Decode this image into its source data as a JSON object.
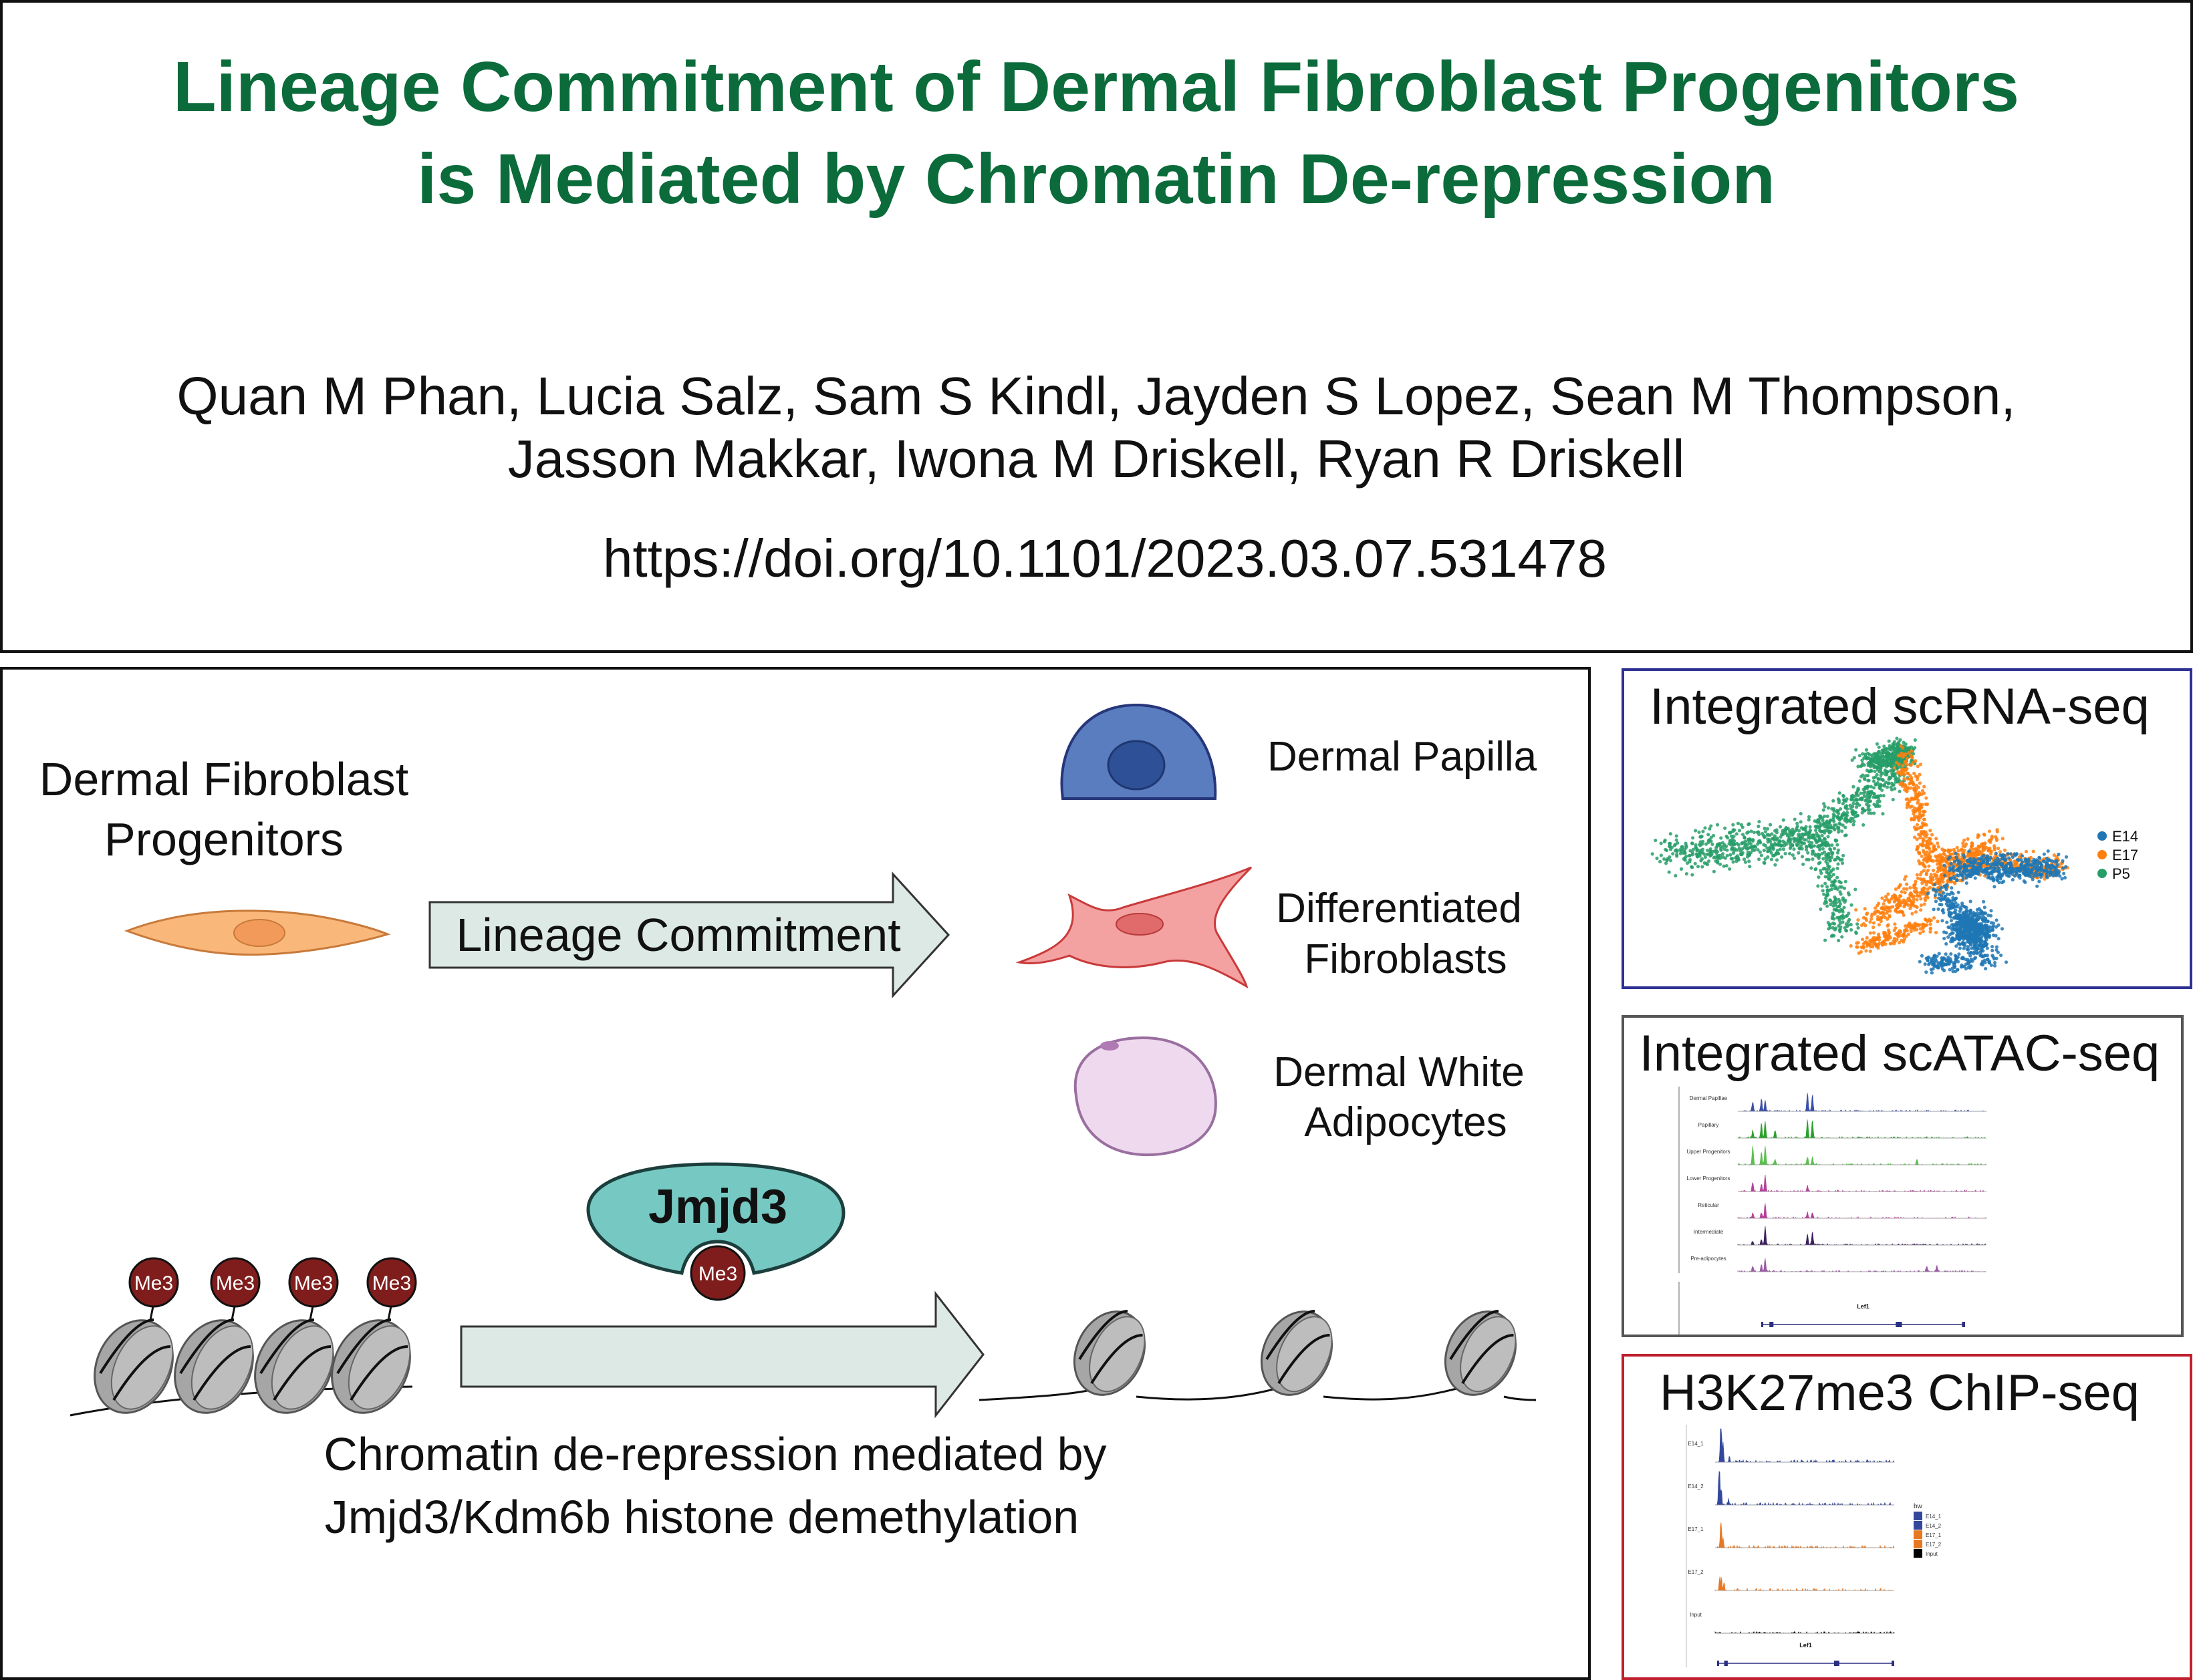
{
  "title": {
    "line1": "Lineage Commitment of Dermal Fibroblast Progenitors",
    "line2": "is Mediated by Chromatin De-repression"
  },
  "authors": {
    "line1": "Quan M Phan, Lucia Salz, Sam S Kindl, Jayden S Lopez, Sean M Thompson,",
    "line2": "Jasson Makkar, Iwona M Driskell, Ryan R Driskell"
  },
  "doi": "https://doi.org/10.1101/2023.03.07.531478",
  "diagram": {
    "progenitor_label": [
      "Dermal Fibroblast",
      "Progenitors"
    ],
    "arrow_label": "Lineage Commitment",
    "fates": {
      "papilla": "Dermal Papilla",
      "fibroblasts": [
        "Differentiated",
        "Fibroblasts"
      ],
      "adipocytes": [
        "Dermal White",
        "Adipocytes"
      ]
    },
    "enzyme": "Jmjd3",
    "mark": "Me3",
    "caption": [
      "Chromatin de-repression mediated by",
      "Jmjd3/Kdm6b histone demethylation"
    ]
  },
  "panels": {
    "scrna": {
      "title": "Integrated scRNA-seq",
      "legend": [
        {
          "label": "E14",
          "color": "#1f77b4"
        },
        {
          "label": "E17",
          "color": "#ff7f0e"
        },
        {
          "label": "P5",
          "color": "#279e68"
        }
      ]
    },
    "scatac": {
      "title": "Integrated scATAC-seq",
      "tracks": [
        {
          "label": "Dermal Papillae",
          "color": "#3a4fa8"
        },
        {
          "label": "Papillary",
          "color": "#2ca02c"
        },
        {
          "label": "Upper Progenitors",
          "color": "#5cbf4f"
        },
        {
          "label": "Lower Progenitors",
          "color": "#b5409a"
        },
        {
          "label": "Reticular",
          "color": "#b5409a"
        },
        {
          "label": "Intermediate",
          "color": "#3b1f5e"
        },
        {
          "label": "Pre-adipocytes",
          "color": "#9b5aa8"
        }
      ],
      "gene": "Lef1"
    },
    "chip": {
      "title": "H3K27me3 ChIP-seq",
      "tracks": [
        {
          "label": "E14_1",
          "color": "#33479c"
        },
        {
          "label": "E14_2",
          "color": "#33479c"
        },
        {
          "label": "E17_1",
          "color": "#e87722"
        },
        {
          "label": "E17_2",
          "color": "#e87722"
        },
        {
          "label": "Input",
          "color": "#000000"
        }
      ],
      "legend_title": "bw",
      "gene": "Lef1"
    }
  },
  "colors": {
    "title_green": "#0b6b3a",
    "scrna_border": "#2e3192",
    "scatac_border": "#555555",
    "chip_border": "#c0202e",
    "arrow_fill": "#dce9e4",
    "me3": "#7f1d1d",
    "jmjd3": "#76c9c3"
  }
}
